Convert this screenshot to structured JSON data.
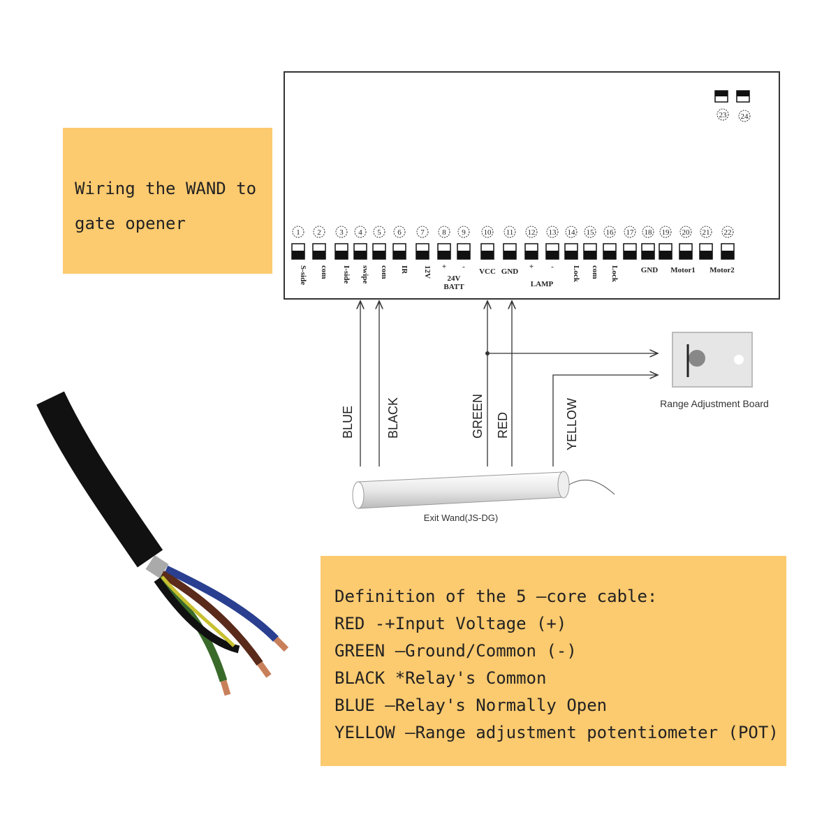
{
  "title_box": {
    "line1": "Wiring the WAND to",
    "line2": "gate opener"
  },
  "board": {
    "terminals": [
      {
        "num": "1",
        "label": "S-side"
      },
      {
        "num": "2",
        "label": "com"
      },
      {
        "num": "3",
        "label": "I-side"
      },
      {
        "num": "4",
        "label": "swipe"
      },
      {
        "num": "5",
        "label": "com"
      },
      {
        "num": "6",
        "label": "IR"
      },
      {
        "num": "7",
        "label": "12V"
      },
      {
        "num": "8",
        "label": "+"
      },
      {
        "num": "9",
        "label": "-"
      },
      {
        "num": "10",
        "label": "VCC"
      },
      {
        "num": "11",
        "label": "GND"
      },
      {
        "num": "12",
        "label": "+"
      },
      {
        "num": "13",
        "label": "-"
      },
      {
        "num": "14",
        "label": "Lock"
      },
      {
        "num": "15",
        "label": "com"
      },
      {
        "num": "16",
        "label": "Lock"
      },
      {
        "num": "17",
        "label": ""
      },
      {
        "num": "18",
        "label": ""
      },
      {
        "num": "19",
        "label": ""
      },
      {
        "num": "20",
        "label": ""
      },
      {
        "num": "21",
        "label": ""
      },
      {
        "num": "22",
        "label": ""
      }
    ],
    "group_labels": {
      "batt1": "24V",
      "batt2": "BATT",
      "lamp": "LAMP",
      "gnd": "GND",
      "motor1": "Motor1",
      "motor2": "Motor2"
    },
    "extra_terminals": [
      "23",
      "24"
    ]
  },
  "wires": {
    "blue": "BLUE",
    "black": "BLACK",
    "green": "GREEN",
    "red": "RED",
    "yellow": "YELLOW"
  },
  "range_board_label": "Range Adjustment Board",
  "wand_label": "Exit Wand(JS-DG)",
  "definition": {
    "title": "Definition of the 5 —core cable:",
    "lines": [
      "RED -+Input Voltage (+)",
      "GREEN —Ground/Common (-)",
      "BLACK *Relay's Common",
      "BLUE —Relay's Normally Open",
      "YELLOW —Range adjustment potentiometer (POT)"
    ]
  },
  "colors": {
    "note_bg": "#fcca6f",
    "wire_blue": "#2a3f8f",
    "wire_brown": "#5a2a1a",
    "wire_green": "#3a6a2a",
    "wire_yellow": "#c8c030",
    "copper": "#c8805a"
  }
}
